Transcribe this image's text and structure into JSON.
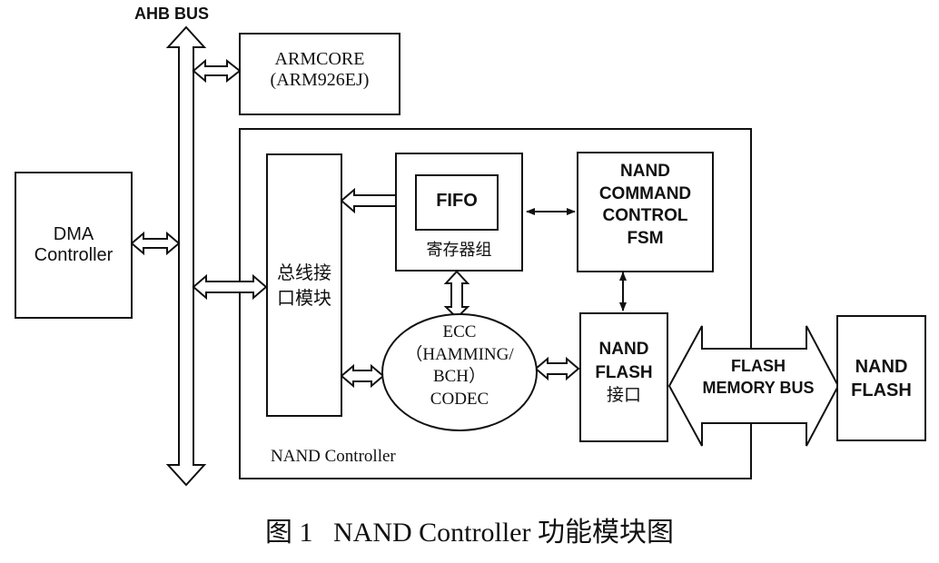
{
  "bus": {
    "label": "AHB BUS"
  },
  "armcore": {
    "line1": "ARMCORE",
    "line2": "(ARM926EJ)"
  },
  "dma": {
    "line1": "DMA",
    "line2": "Controller"
  },
  "nand_controller": {
    "label": "NAND Controller"
  },
  "bus_interface": {
    "line1": "总线接",
    "line2": "口模块"
  },
  "registers": {
    "fifo": "FIFO",
    "label": "寄存器组"
  },
  "fsm": {
    "line1": "NAND",
    "line2": "COMMAND",
    "line3": "CONTROL",
    "line4": "FSM"
  },
  "ecc": {
    "line1": "ECC",
    "line2": "（HAMMING/",
    "line3": "BCH）",
    "line4": "CODEC"
  },
  "flash_interface": {
    "line1": "NAND",
    "line2": "FLASH",
    "line3": "接口"
  },
  "memory_bus": {
    "line1": "FLASH",
    "line2": "MEMORY BUS"
  },
  "nand_flash": {
    "line1": "NAND",
    "line2": "FLASH"
  },
  "caption": {
    "text": "图 1   NAND Controller 功能模块图"
  }
}
